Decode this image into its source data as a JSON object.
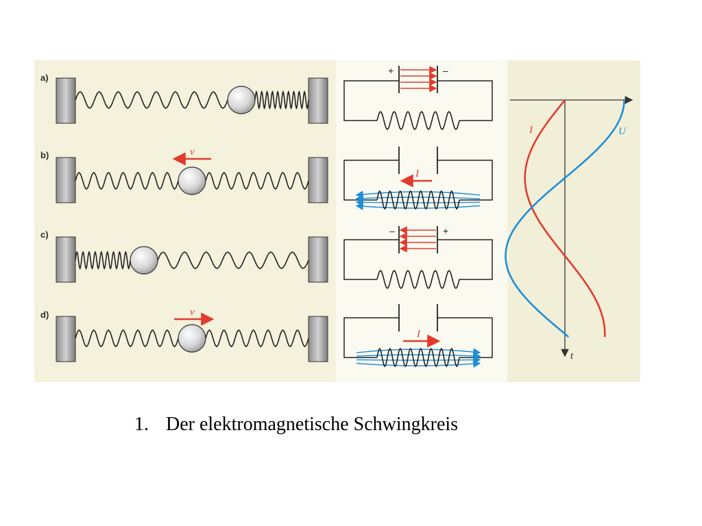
{
  "rows": [
    {
      "label": "a)",
      "velocity_label": "",
      "current_label": "",
      "cap_left_sign": "+",
      "cap_right_sign": "–"
    },
    {
      "label": "b)",
      "velocity_label": "v",
      "current_label": "I",
      "cap_left_sign": "",
      "cap_right_sign": ""
    },
    {
      "label": "c)",
      "velocity_label": "",
      "current_label": "",
      "cap_left_sign": "–",
      "cap_right_sign": "+"
    },
    {
      "label": "d)",
      "velocity_label": "v",
      "current_label": "I",
      "cap_left_sign": "",
      "cap_right_sign": ""
    }
  ],
  "graph": {
    "current_label": "I",
    "voltage_label": "U",
    "time_label": "t",
    "current_color": "#e23b2e",
    "voltage_color": "#1d8fd8"
  },
  "colors": {
    "field_red": "#e23b2e",
    "field_blue": "#1d8fd8",
    "panel_bg": "#f6f3df"
  },
  "caption": {
    "number": "1.",
    "text": "Der elektromagnetische Schwingkreis"
  }
}
